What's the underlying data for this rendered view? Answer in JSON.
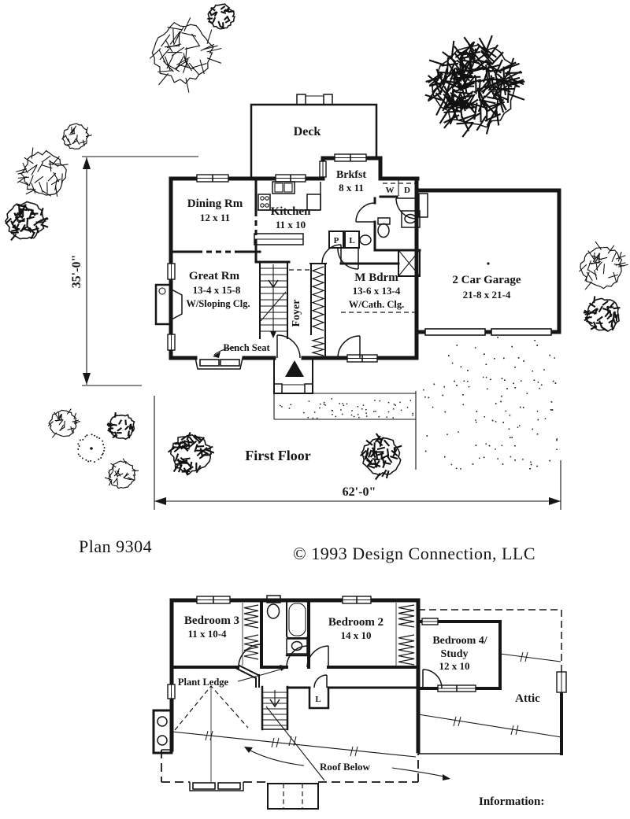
{
  "palette": {
    "paper": "#ffffff",
    "ink": "#161616"
  },
  "first_floor": {
    "title": "First Floor",
    "width_dim": "62'-0\"",
    "height_dim": "35'-0\"",
    "rooms": {
      "deck": {
        "name": "Deck"
      },
      "brkfst": {
        "name": "Brkfst",
        "size": "8 x 11"
      },
      "dining": {
        "name": "Dining Rm",
        "size": "12 x 11"
      },
      "kitchen": {
        "name": "Kitchen",
        "size": "11 x 10"
      },
      "great": {
        "name": "Great Rm",
        "size": "13-4 x 15-8",
        "note": "W/Sloping Clg."
      },
      "mbdrm": {
        "name": "M Bdrm",
        "size": "13-6 x 13-4",
        "note": "W/Cath. Clg."
      },
      "garage": {
        "name": "2 Car Garage",
        "size": "21-8 x 21-4"
      },
      "foyer": {
        "name": "Foyer"
      }
    },
    "annotations": {
      "bench_seat": "Bench Seat",
      "washer": "W",
      "dryer": "D",
      "pantry": "P",
      "linen": "L"
    }
  },
  "second_floor": {
    "rooms": {
      "bedroom3": {
        "name": "Bedroom 3",
        "size": "11 x 10-4"
      },
      "bedroom2": {
        "name": "Bedroom 2",
        "size": "14 x 10"
      },
      "bedroom4": {
        "name_line1": "Bedroom 4/",
        "name_line2": "Study",
        "size": "12 x 10"
      },
      "attic": {
        "name": "Attic"
      }
    },
    "annotations": {
      "plant_ledge": "Plant Ledge",
      "linen": "L",
      "roof_below": "Roof Below"
    }
  },
  "footer": {
    "plan_number": "Plan 9304",
    "copyright": "© 1993 Design Connection, LLC",
    "information_label": "Information:"
  }
}
